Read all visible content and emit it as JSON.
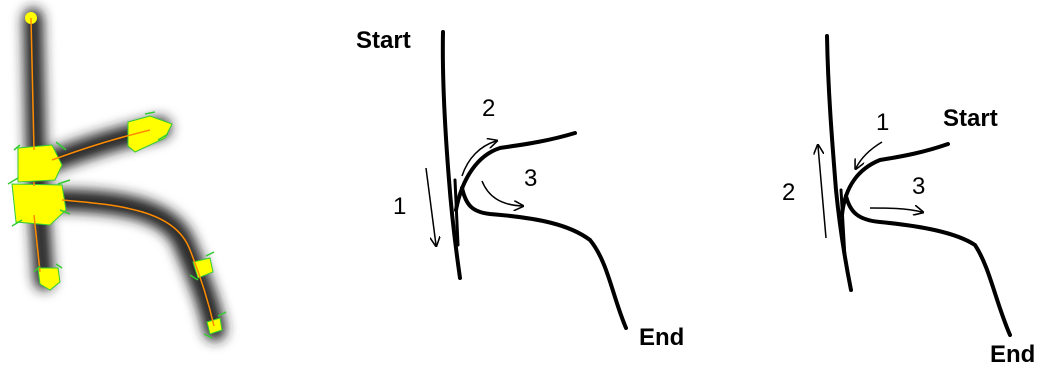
{
  "colors": {
    "background": "#ffffff",
    "stroke": "#000000",
    "highlight": "#ffff00",
    "skeleton": "#ff8c00",
    "marker": "#33cc33",
    "blur": "#555555"
  },
  "panel_middle": {
    "start_label": "Start",
    "end_label": "End",
    "step_1": "1",
    "step_2": "2",
    "step_3": "3"
  },
  "panel_right": {
    "start_label": "Start",
    "end_label": "End",
    "step_1": "1",
    "step_2": "2",
    "step_3": "3"
  }
}
